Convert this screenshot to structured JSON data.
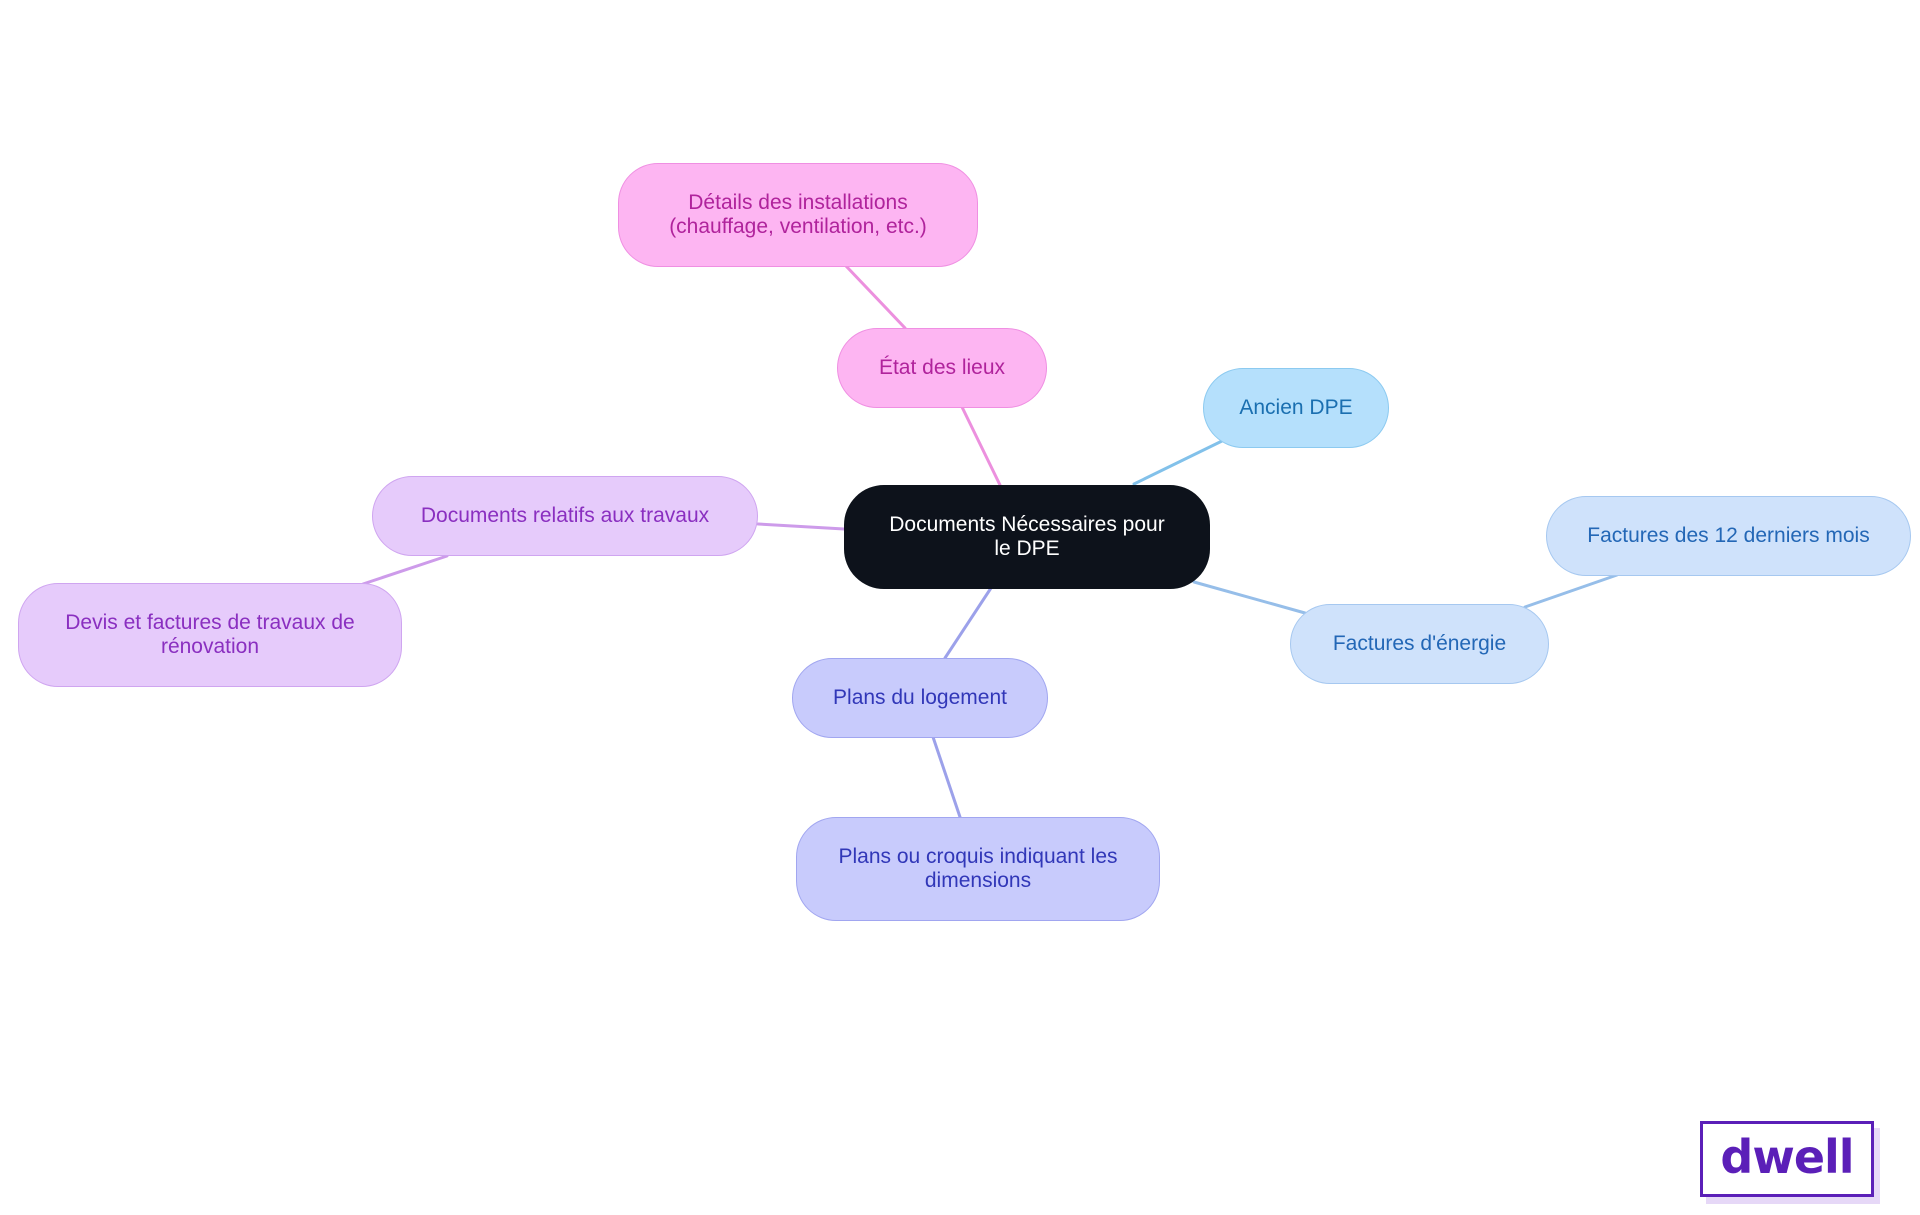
{
  "diagram": {
    "root": {
      "label": "Documents Nécessaires pour\nle DPE",
      "colors": {
        "fill": "#0d121b",
        "border": "#0d121b",
        "text": "#ffffff"
      }
    },
    "branches": [
      {
        "label": "Ancien DPE",
        "colors": {
          "fill": "#b5e0fc",
          "border": "#8ccaf0",
          "text": "#1a6fb0",
          "edge": "#82c1ea"
        },
        "children": []
      },
      {
        "label": "Factures d'énergie",
        "colors": {
          "fill": "#cfe2fb",
          "border": "#a6c8f0",
          "text": "#2367b6",
          "edge": "#96bee9"
        },
        "children": [
          {
            "label": "Factures des 12 derniers mois"
          }
        ]
      },
      {
        "label": "Plans du logement",
        "colors": {
          "fill": "#c8cbfc",
          "border": "#a1a6f0",
          "text": "#3137b8",
          "edge": "#9ca1ea"
        },
        "children": [
          {
            "label": "Plans ou croquis indiquant les\ndimensions"
          }
        ]
      },
      {
        "label": "Documents relatifs aux travaux",
        "colors": {
          "fill": "#e6cbfb",
          "border": "#cfa5f0",
          "text": "#8a2fc0",
          "edge": "#cd9bea"
        },
        "children": [
          {
            "label": "Devis et factures de travaux de\nrénovation"
          }
        ]
      },
      {
        "label": "État des lieux",
        "colors": {
          "fill": "#fdb5f2",
          "border": "#ef8fe2",
          "text": "#b0239c",
          "edge": "#ec90de"
        },
        "children": [
          {
            "label": "Détails des installations\n(chauffage, ventilation, etc.)"
          }
        ]
      }
    ]
  },
  "logo": {
    "text": "dwell",
    "color": "#5b1fb8"
  }
}
